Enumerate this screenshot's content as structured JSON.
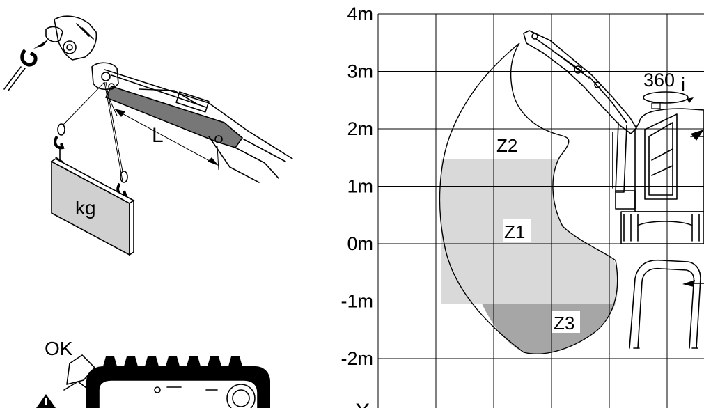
{
  "lifting_figure": {
    "length_label": "L",
    "load_label": "kg"
  },
  "track_figure": {
    "ok_label": "OK"
  },
  "range_chart": {
    "y_ticks": [
      "4m",
      "3m",
      "2m",
      "1m",
      "0m",
      "-1m",
      "-2m"
    ],
    "x_axis_label": "X",
    "rotation_label": "360",
    "rotation_symbol": "i",
    "zones": {
      "z1": "Z1",
      "z2": "Z2",
      "z3": "Z3"
    },
    "colors": {
      "z1_fill": "#d9d9d9",
      "z3_fill": "#a6a6a6",
      "grid": "#000000"
    }
  }
}
